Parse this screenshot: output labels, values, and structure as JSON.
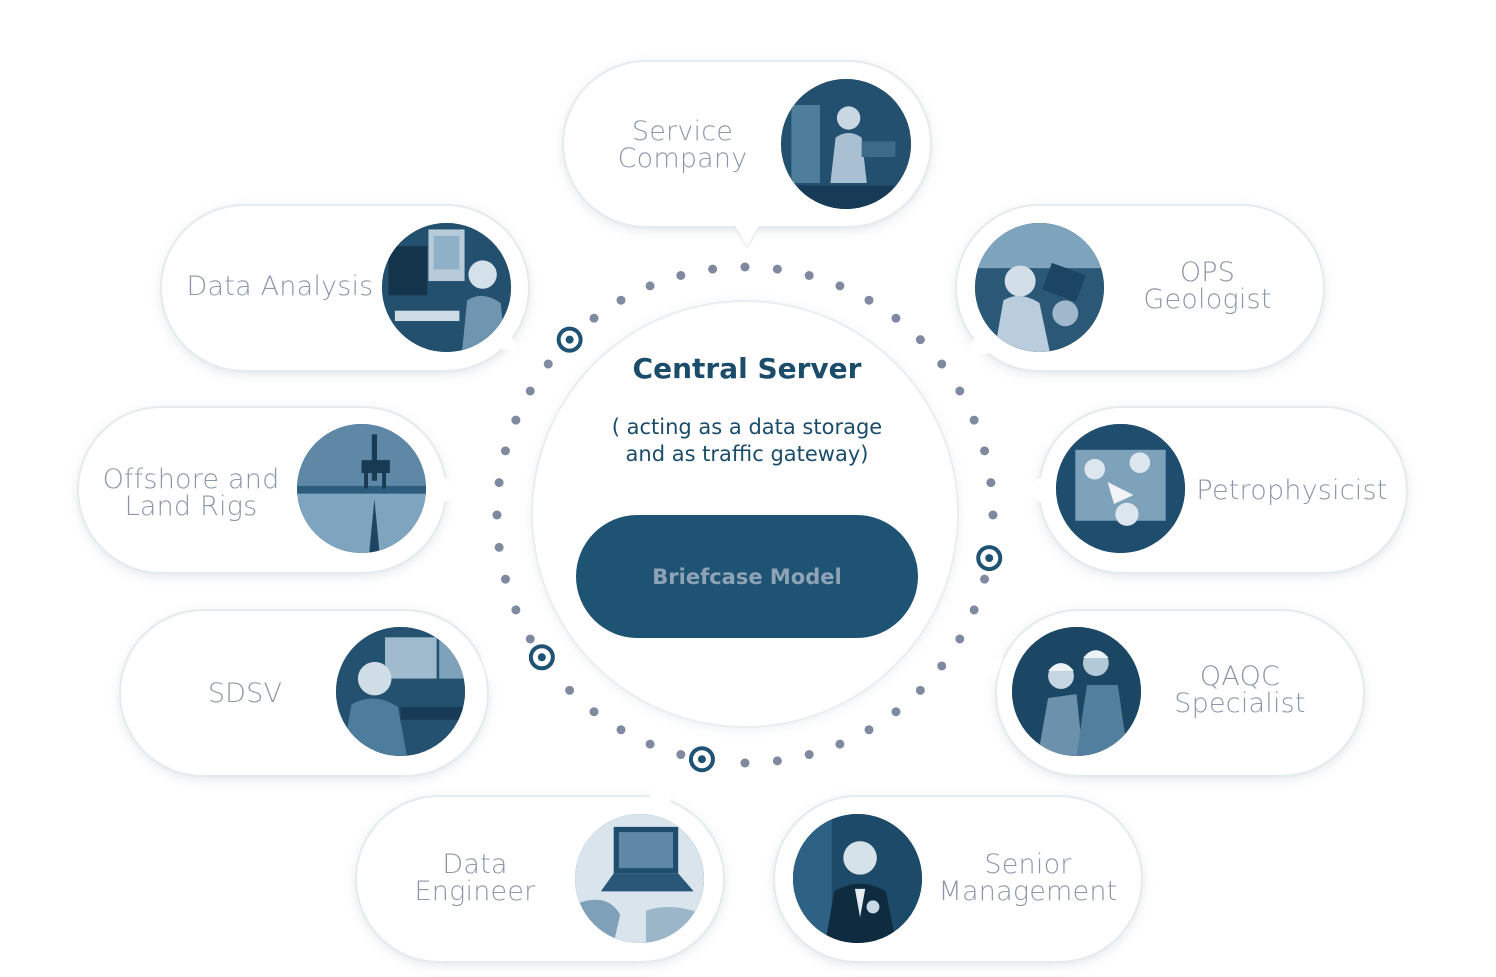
{
  "center": {
    "title": "Central Server",
    "subtitle": "( acting as a data storage\nand as traffic gateway)",
    "model_button": "Briefcase Model"
  },
  "roles": [
    {
      "id": "service-company",
      "label": "Service\nCompany"
    },
    {
      "id": "ops-geologist",
      "label": "OPS\nGeologist"
    },
    {
      "id": "petrophysicist",
      "label": "Petrophysicist"
    },
    {
      "id": "qaqc-specialist",
      "label": "QAQC\nSpecialist"
    },
    {
      "id": "senior-management",
      "label": "Senior\nManagement"
    },
    {
      "id": "data-engineer",
      "label": "Data\nEngineer"
    },
    {
      "id": "sdsv",
      "label": "SDSV"
    },
    {
      "id": "offshore-land-rigs",
      "label": "Offshore and\nLand Rigs"
    },
    {
      "id": "data-analysis",
      "label": "Data Analysis"
    }
  ],
  "colors": {
    "primary": "#1f5373",
    "title_text": "#1b4d6a",
    "label_text": "#8b97a7",
    "dots": "#7f8aa0",
    "bubble_border": "#e4ebef"
  }
}
